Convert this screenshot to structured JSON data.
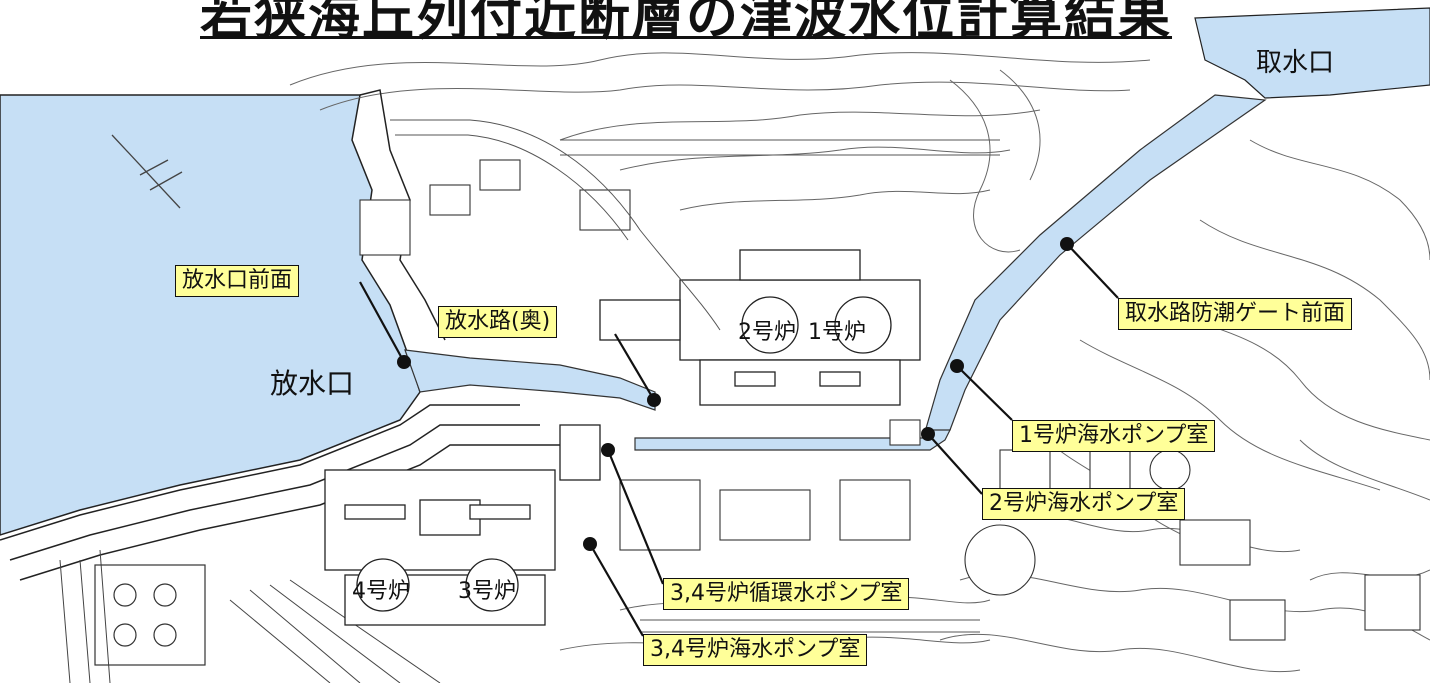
{
  "title": "若狭海丘列付近断層の津波水位計算結果",
  "places": {
    "intake": "取水口",
    "outlet": "放水口",
    "unit_2": "2号炉",
    "unit_1": "1号炉",
    "unit_4": "4号炉",
    "unit_3": "3号炉"
  },
  "callouts": {
    "outlet_front": "放水口前面",
    "outlet_channel_back": "放水路(奥)",
    "intake_gate_front": "取水路防潮ゲート前面",
    "unit1_seawater_pump_room": "1号炉海水ポンプ室",
    "unit2_seawater_pump_room": "2号炉海水ポンプ室",
    "unit34_circulating_pump_room": "3,4号炉循環水ポンプ室",
    "unit34_seawater_pump_room": "3,4号炉海水ポンプ室"
  },
  "colors": {
    "water": "#c6dff5",
    "callout_fill": "#ffff99",
    "linework": "#333333"
  }
}
